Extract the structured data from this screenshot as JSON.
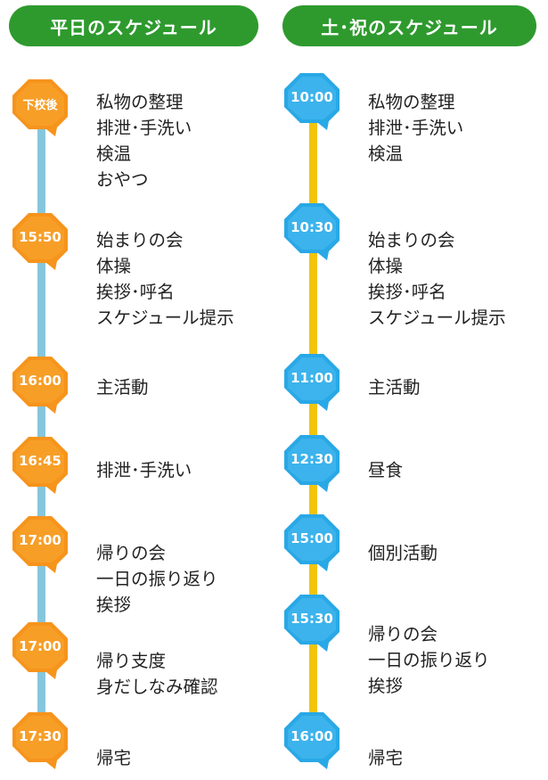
{
  "weekday": {
    "title": "平日のスケジュール",
    "items": [
      {
        "time": "下校後",
        "activities": [
          "私物の整理",
          "排泄･手洗い",
          "検温",
          "おやつ"
        ]
      },
      {
        "time": "15:50",
        "activities": [
          "始まりの会",
          "体操",
          "挨拶･呼名",
          "スケジュール提示"
        ]
      },
      {
        "time": "16:00",
        "activities": [
          "主活動"
        ]
      },
      {
        "time": "16:45",
        "activities": [
          "排泄･手洗い"
        ]
      },
      {
        "time": "17:00",
        "activities": [
          "帰りの会",
          "一日の振り返り",
          "挨拶"
        ]
      },
      {
        "time": "17:00",
        "activities": [
          "帰り支度",
          "身だしなみ確認"
        ]
      },
      {
        "time": "17:30",
        "activities": [
          "帰宅"
        ]
      }
    ]
  },
  "holiday": {
    "title": "土･祝のスケジュール",
    "items": [
      {
        "time": "10:00",
        "activities": [
          "私物の整理",
          "排泄･手洗い",
          "検温"
        ]
      },
      {
        "time": "10:30",
        "activities": [
          "始まりの会",
          "体操",
          "挨拶･呼名",
          "スケジュール提示"
        ]
      },
      {
        "time": "11:00",
        "activities": [
          "主活動"
        ]
      },
      {
        "time": "12:30",
        "activities": [
          "昼食"
        ]
      },
      {
        "time": "15:00",
        "activities": [
          "個別活動"
        ]
      },
      {
        "time": "15:30",
        "activities": [
          "帰りの会",
          "一日の振り返り",
          "挨拶"
        ]
      },
      {
        "time": "16:00",
        "activities": [
          "帰宅"
        ]
      }
    ]
  },
  "colors": {
    "header_green": "#2e9a2e",
    "weekday_badge": "#f6941c",
    "weekday_line": "#86c6dc",
    "holiday_badge": "#29a8e6",
    "holiday_line": "#f2c40e"
  }
}
